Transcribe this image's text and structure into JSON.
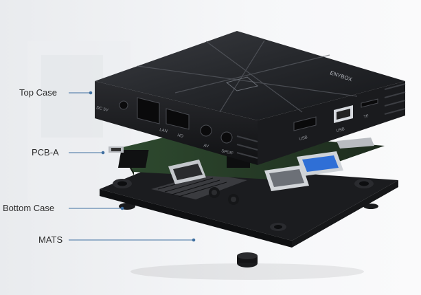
{
  "callouts": {
    "top_case": "Top Case",
    "pcb_a": "PCB-A",
    "bottom_case": "Bottom Case",
    "mats": "MATS"
  },
  "case_markings": {
    "brand": "ENYBOX",
    "dc": "DC 5V",
    "lan": "LAN",
    "hd": "HD",
    "av": "AV",
    "spdif": "SPDIF",
    "usb_left": "USB",
    "usb_right": "USB",
    "tf": "TF"
  },
  "colors": {
    "case_dark": "#1c1d20",
    "leader_line": "#3f6fa0",
    "usb_port": "#2f6fd6",
    "background": "#f4f5f7"
  }
}
